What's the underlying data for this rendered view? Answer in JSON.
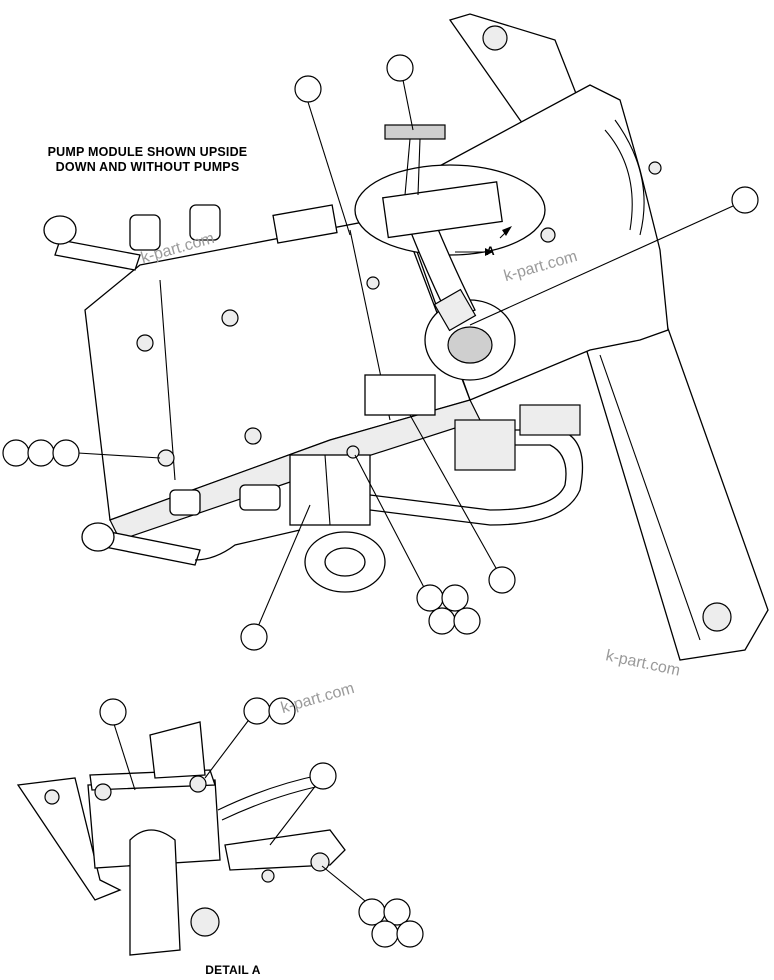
{
  "notes": {
    "line1": "PUMP MODULE SHOWN UPSIDE",
    "line2": "DOWN AND WITHOUT PUMPS"
  },
  "detail_marker": "A",
  "detail_title": "DETAIL A",
  "watermarks": [
    "k-part.com",
    "k-part.com",
    "k-part.com",
    "k-part.com"
  ]
}
